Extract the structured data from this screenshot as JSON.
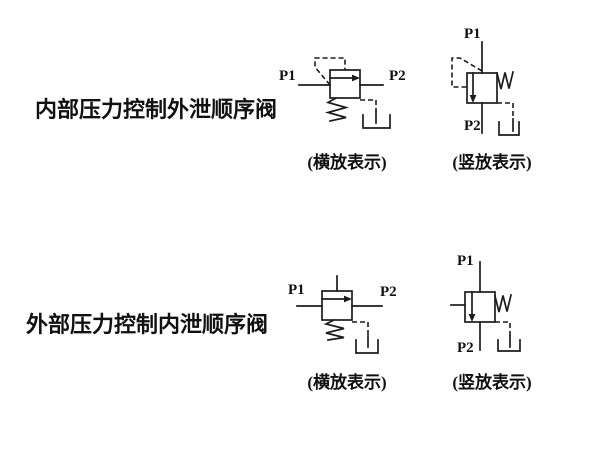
{
  "page": {
    "background_color": "#ffffff",
    "line_color": "#1c1c1c",
    "text_color": "#111111"
  },
  "sections": [
    {
      "title": "内部压力控制外泄顺序阀",
      "diagrams": [
        {
          "orientation_caption": "(横放表示)",
          "ports": {
            "p1": "P1",
            "p2": "P2"
          }
        },
        {
          "orientation_caption": "(竖放表示)",
          "ports": {
            "p1": "P1",
            "p2": "P2"
          }
        }
      ]
    },
    {
      "title": "外部压力控制内泄顺序阀",
      "diagrams": [
        {
          "orientation_caption": "(横放表示)",
          "ports": {
            "p1": "P1",
            "p2": "P2"
          }
        },
        {
          "orientation_caption": "(竖放表示)",
          "ports": {
            "p1": "P1",
            "p2": "P2"
          }
        }
      ]
    }
  ]
}
